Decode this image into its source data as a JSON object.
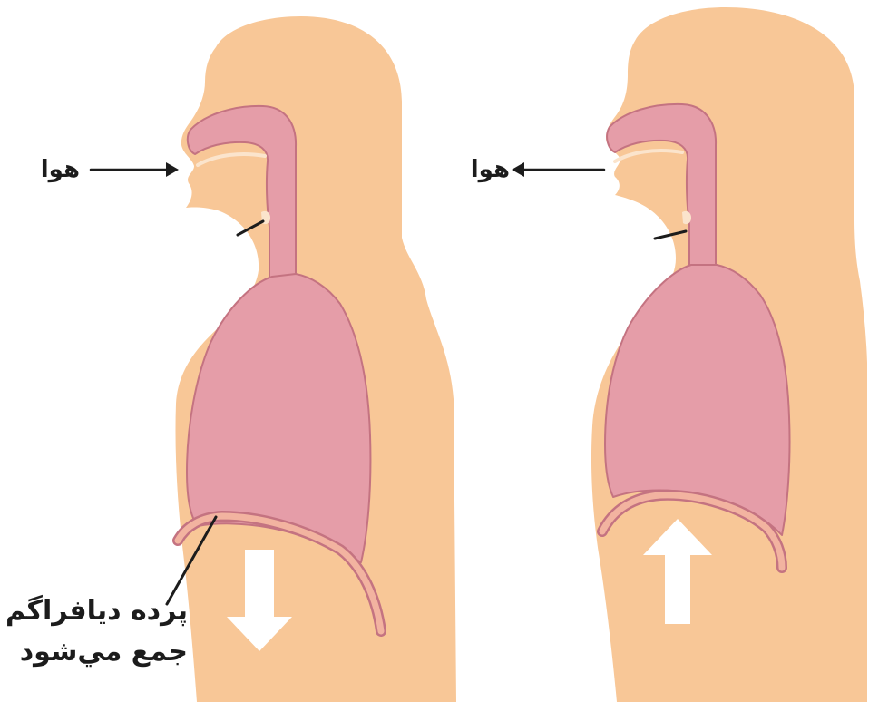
{
  "colors": {
    "background": "#FFFFFF",
    "skin": "#F8C797",
    "airway_fill": "#E59DA8",
    "airway_outline": "#C47381",
    "diaphragm_fill": "#F2B3A0",
    "palate_line": "#FBE4CC",
    "ink": "#1C1C1C",
    "motion_arrow": "#FFFFFF"
  },
  "left_figure": {
    "air_label": "هوا",
    "air_arrow_icon": "arrow-right-icon",
    "diaphragm_arrow_icon": "arrow-down-icon",
    "diaphragm_label": [
      "پرده دیافراگم",
      "جمع مي‌شود"
    ]
  },
  "right_figure": {
    "air_label": "هوا",
    "air_arrow_icon": "arrow-left-icon",
    "diaphragm_arrow_icon": "arrow-up-icon"
  }
}
